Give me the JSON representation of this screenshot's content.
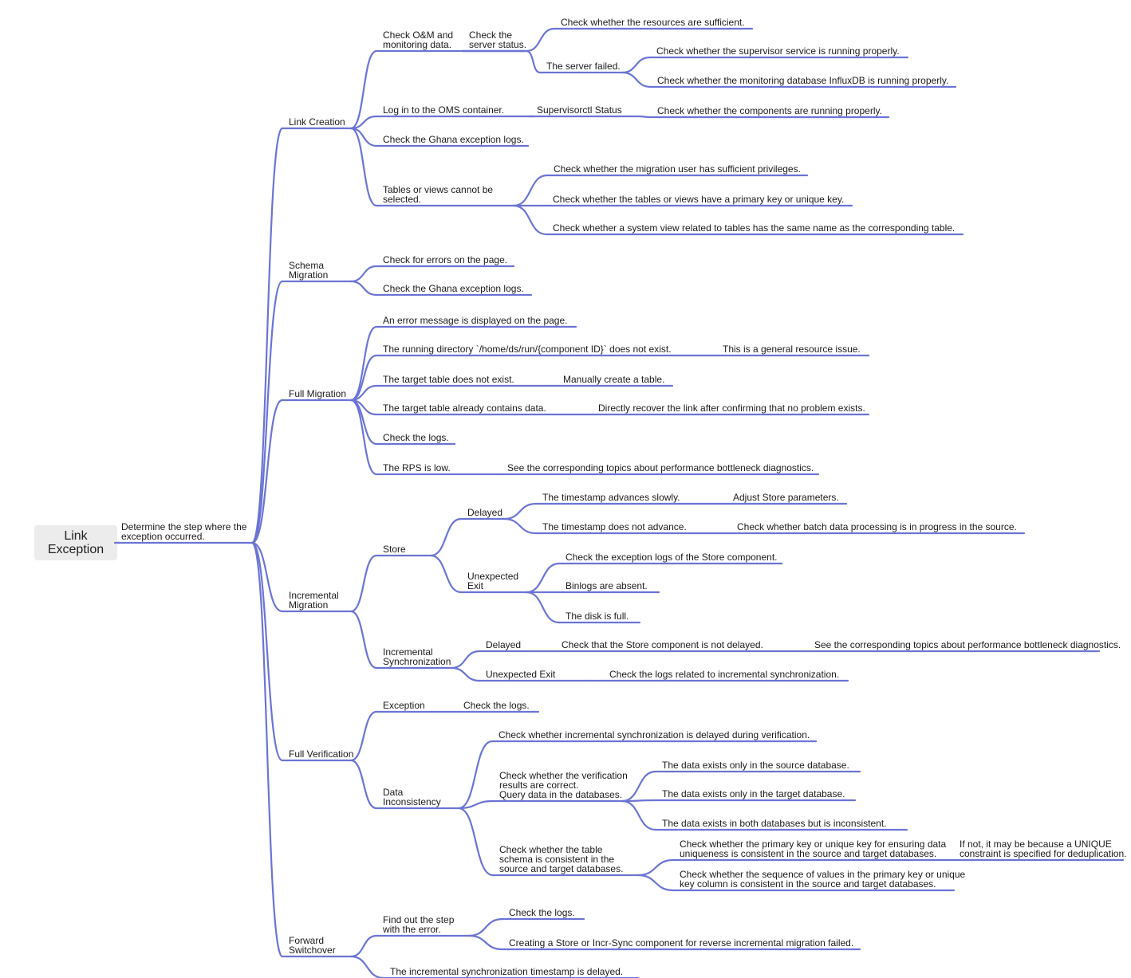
{
  "root": {
    "label": [
      "Link",
      "Exception"
    ],
    "children": [
      {
        "label": [
          "Determine the step where the",
          "exception occurred."
        ],
        "children": [
          {
            "label": [
              "Link Creation"
            ],
            "children": [
              {
                "label": [
                  "Check O&M and",
                  "monitoring data."
                ],
                "children": [
                  {
                    "label": [
                      "Check the",
                      "server status."
                    ],
                    "children": [
                      {
                        "label": [
                          "Check whether the resources are sufficient."
                        ]
                      },
                      {
                        "label": [
                          "The server failed."
                        ],
                        "children": [
                          {
                            "label": [
                              "Check whether the supervisor service is running properly."
                            ]
                          },
                          {
                            "label": [
                              "Check whether the monitoring database InfluxDB is running properly."
                            ]
                          }
                        ]
                      }
                    ]
                  }
                ]
              },
              {
                "label": [
                  "Log in to the OMS container."
                ],
                "children": [
                  {
                    "label": [
                      "Supervisorctl Status"
                    ],
                    "children": [
                      {
                        "label": [
                          "Check whether the components are running properly."
                        ]
                      }
                    ]
                  }
                ]
              },
              {
                "label": [
                  "Check the Ghana exception logs."
                ]
              },
              {
                "label": [
                  "Tables or views cannot be",
                  "selected."
                ],
                "children": [
                  {
                    "label": [
                      "Check whether the migration user has sufficient privileges."
                    ]
                  },
                  {
                    "label": [
                      "Check whether the tables or views have a primary key or unique key."
                    ]
                  },
                  {
                    "label": [
                      "Check whether a system view related to tables has the same name as the corresponding table."
                    ]
                  }
                ]
              }
            ]
          },
          {
            "label": [
              "Schema",
              "Migration"
            ],
            "children": [
              {
                "label": [
                  "Check for errors on the page."
                ]
              },
              {
                "label": [
                  "Check the Ghana exception logs."
                ]
              }
            ]
          },
          {
            "label": [
              "Full Migration"
            ],
            "children": [
              {
                "label": [
                  "An error message is displayed on the page."
                ]
              },
              {
                "label": [
                  "The running directory `/home/ds/run/{component ID}` does not exist."
                ],
                "children": [
                  {
                    "label": [
                      "This is a general resource issue."
                    ]
                  }
                ]
              },
              {
                "label": [
                  "The target table does not exist."
                ],
                "children": [
                  {
                    "label": [
                      "Manually create a table."
                    ]
                  }
                ]
              },
              {
                "label": [
                  "The target table already contains data."
                ],
                "children": [
                  {
                    "label": [
                      "Directly recover the link after confirming that no problem exists."
                    ]
                  }
                ]
              },
              {
                "label": [
                  "Check the logs."
                ]
              },
              {
                "label": [
                  "The RPS is low."
                ],
                "children": [
                  {
                    "label": [
                      "See the corresponding topics about performance bottleneck diagnostics."
                    ]
                  }
                ]
              }
            ]
          },
          {
            "label": [
              "Incremental",
              "Migration"
            ],
            "children": [
              {
                "label": [
                  "Store"
                ],
                "children": [
                  {
                    "label": [
                      "Delayed"
                    ],
                    "children": [
                      {
                        "label": [
                          "The timestamp advances slowly."
                        ],
                        "children": [
                          {
                            "label": [
                              "Adjust Store parameters."
                            ]
                          }
                        ]
                      },
                      {
                        "label": [
                          "The timestamp does not advance."
                        ],
                        "children": [
                          {
                            "label": [
                              "Check whether batch data processing is in progress in the source."
                            ]
                          }
                        ]
                      }
                    ]
                  },
                  {
                    "label": [
                      "Unexpected",
                      "Exit"
                    ],
                    "children": [
                      {
                        "label": [
                          "Check the exception logs of the Store component."
                        ]
                      },
                      {
                        "label": [
                          "Binlogs are absent."
                        ]
                      },
                      {
                        "label": [
                          "The disk is full."
                        ]
                      }
                    ]
                  }
                ]
              },
              {
                "label": [
                  "Incremental",
                  "Synchronization"
                ],
                "children": [
                  {
                    "label": [
                      "Delayed"
                    ],
                    "children": [
                      {
                        "label": [
                          "Check that the Store component is not delayed."
                        ],
                        "children": [
                          {
                            "label": [
                              "See the corresponding topics about performance bottleneck diagnostics."
                            ]
                          }
                        ]
                      }
                    ]
                  },
                  {
                    "label": [
                      "Unexpected Exit"
                    ],
                    "children": [
                      {
                        "label": [
                          "Check the logs related to incremental synchronization."
                        ]
                      }
                    ]
                  }
                ]
              }
            ]
          },
          {
            "label": [
              "Full Verification"
            ],
            "children": [
              {
                "label": [
                  "Exception"
                ],
                "children": [
                  {
                    "label": [
                      "Check the logs."
                    ]
                  }
                ]
              },
              {
                "label": [
                  "Data",
                  "Inconsistency"
                ],
                "children": [
                  {
                    "label": [
                      "Check whether incremental synchronization is delayed during verification."
                    ]
                  },
                  {
                    "label": [
                      "Check whether the verification",
                      "results are correct.",
                      "Query data in the databases."
                    ],
                    "children": [
                      {
                        "label": [
                          "The data exists only in the source database."
                        ]
                      },
                      {
                        "label": [
                          "The data exists only in the target database."
                        ]
                      },
                      {
                        "label": [
                          "The data exists in both databases but is inconsistent."
                        ]
                      }
                    ]
                  },
                  {
                    "label": [
                      "Check whether the table",
                      "schema is consistent in the",
                      "source and target databases."
                    ],
                    "children": [
                      {
                        "label": [
                          "Check whether the primary key or unique key for ensuring data",
                          "uniqueness is consistent in the source and target databases."
                        ],
                        "children": [
                          {
                            "label": [
                              "If not, it may be because a UNIQUE",
                              "constraint is specified for deduplication."
                            ]
                          }
                        ]
                      },
                      {
                        "label": [
                          "Check whether the sequence of values in the primary key or unique",
                          "key column is consistent in the source and target databases."
                        ]
                      }
                    ]
                  }
                ]
              }
            ]
          },
          {
            "label": [
              "Forward",
              "Switchover"
            ],
            "children": [
              {
                "label": [
                  "Find out the step",
                  "with the error."
                ],
                "children": [
                  {
                    "label": [
                      "Check the logs."
                    ]
                  },
                  {
                    "label": [
                      "Creating a Store or Incr-Sync component for reverse incremental migration failed."
                    ]
                  }
                ]
              },
              {
                "label": [
                  "The incremental synchronization timestamp is delayed."
                ]
              }
            ]
          }
        ]
      }
    ]
  },
  "colors": {
    "edge": "#6b74d4",
    "root_fill": "#ececec",
    "text": "#1a1a1a",
    "background": "#ffffff"
  }
}
